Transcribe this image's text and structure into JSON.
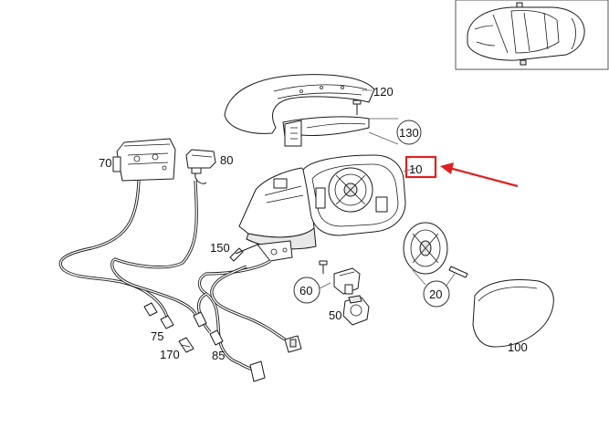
{
  "labels": {
    "p10": "10",
    "p20": "20",
    "p50": "50",
    "p60": "60",
    "p70": "70",
    "p75": "75",
    "p80": "80",
    "p85": "85",
    "p100": "100",
    "p120": "120",
    "p130": "130",
    "p150": "150",
    "p170": "170"
  },
  "colors": {
    "highlight": "#e02020",
    "line": "#1a1a1a"
  },
  "highlighted_part": "10"
}
